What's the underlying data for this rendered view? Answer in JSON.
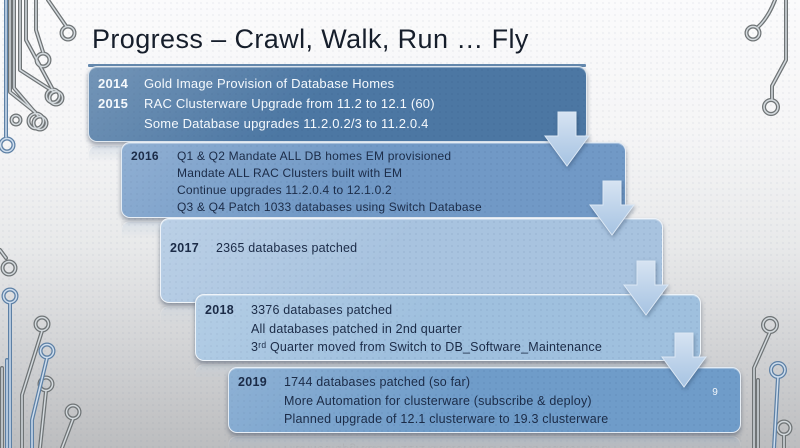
{
  "slide": {
    "title": "Progress – Crawl, Walk, Run … Fly",
    "page_number": "9",
    "accent_underline_color": "#4b76a1"
  },
  "timeline": [
    {
      "name": "box-2014-2015",
      "bg": "#4c77a3",
      "text_color": "#f5f9fd",
      "rows": [
        {
          "year": "2014",
          "text": "Gold Image Provision of Database Homes"
        },
        {
          "year": "2015",
          "text": "RAC Clusterware Upgrade from 11.2 to 12.1 (60)"
        },
        {
          "year": "",
          "text": "Some Database upgrades 11.2.0.2/3 to 11.2.0.4"
        }
      ]
    },
    {
      "name": "box-2016",
      "bg": "#7199c6",
      "text_color": "#1b2b47",
      "rows": [
        {
          "year": "2016",
          "text": "Q1 & Q2 Mandate ALL DB homes EM provisioned"
        },
        {
          "year": "",
          "text": "Mandate ALL RAC Clusters built with EM"
        },
        {
          "year": "",
          "text": "Continue upgrades 11.2.0.4 to 12.1.0.2"
        },
        {
          "year": "",
          "text": "Q3 & Q4 Patch 1033 databases using Switch Database"
        }
      ]
    },
    {
      "name": "box-2017",
      "bg": "#a8c3df",
      "text_color": "#1b2b47",
      "rows": [
        {
          "year": "2017",
          "text": "2365 databases patched"
        }
      ]
    },
    {
      "name": "box-2018",
      "bg": "#9fc0de",
      "text_color": "#1b2b47",
      "rows": [
        {
          "year": "2018",
          "text": "3376 databases patched"
        },
        {
          "year": "",
          "text": "All databases patched in 2nd quarter"
        },
        {
          "year": "",
          "text": "3ʳᵈ Quarter moved from Switch to DB_Software_Maintenance"
        }
      ]
    },
    {
      "name": "box-2019",
      "bg": "#6f9cc9",
      "text_color": "#1b2b47",
      "rows": [
        {
          "year": "2019",
          "text": "1744 databases patched (so far)"
        },
        {
          "year": "",
          "text": "More Automation for clusterware (subscribe & deploy)"
        },
        {
          "year": "",
          "text": "Planned upgrade of 12.1 clusterware to 19.3 clusterware"
        }
      ]
    }
  ]
}
